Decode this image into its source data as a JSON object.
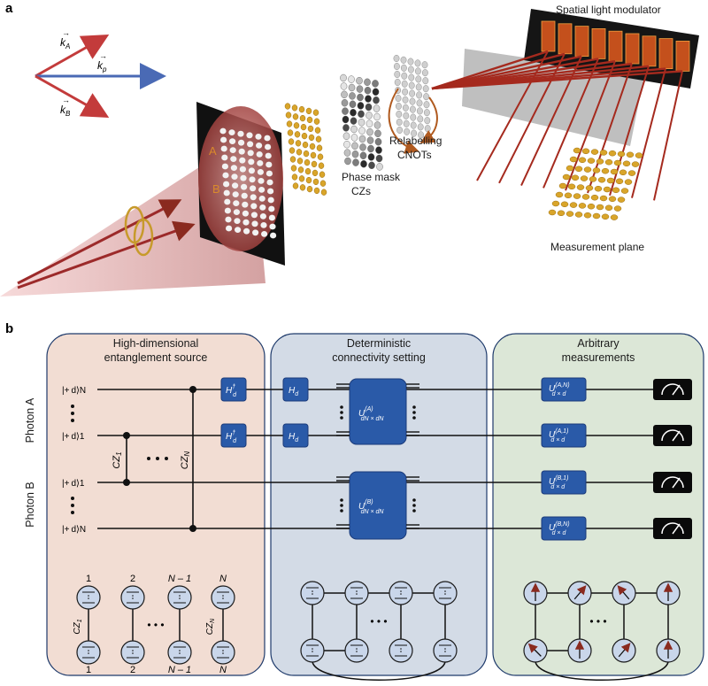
{
  "panel_a": {
    "label": "a",
    "vectors": {
      "kA": "k",
      "kA_sub": "A",
      "kp": "k",
      "kp_sub": "p",
      "kB": "k",
      "kB_sub": "B"
    },
    "aperture_labels": {
      "a": "A",
      "b": "B"
    },
    "phase_mask": {
      "line1": "Phase mask",
      "line2": "CZs"
    },
    "relabelling": {
      "line1": "Relabelling",
      "line2": "CNOTs"
    },
    "slm_label": "Spatial light modulator",
    "measurement_label": "Measurement plane"
  },
  "panel_b": {
    "label": "b",
    "sections": [
      {
        "line1": "High-dimensional",
        "line2": "entanglement source"
      },
      {
        "line1": "Deterministic",
        "line2": "connectivity setting"
      },
      {
        "line1": "Arbitrary",
        "line2": "measurements"
      }
    ],
    "photon_labels": {
      "a": "Photon A",
      "b": "Photon B"
    },
    "input_states": [
      "|+ d⟩N",
      "|+ d⟩1",
      "|+ d⟩1",
      "|+ d⟩N"
    ],
    "cz_labels": {
      "cz1": "CZ",
      "cz1_sub": "1",
      "czN": "CZ",
      "czN_sub": "N"
    },
    "gates": {
      "h_dagger": "H",
      "h_dagger_sup": "†",
      "h_sub": "d",
      "h": "H",
      "ua": "U",
      "ua_sup": "(A)",
      "ub_sup": "(B)",
      "u_sub": "dN × dN",
      "measure_sups": [
        "(A,N)",
        "(A,1)",
        "(B,1)",
        "(B,N)"
      ],
      "measure_sub": "d × d"
    },
    "graph_labels": {
      "top": [
        "1",
        "2",
        "N – 1",
        "N"
      ],
      "bottom": [
        "1",
        "2",
        "N – 1",
        "N"
      ],
      "edge_left": "CZ",
      "edge_left_sub": "1",
      "edge_right": "CZ",
      "edge_right_sub": "N",
      "ellipsis": "• • •"
    },
    "colors": {
      "source_bg": "#f2ddd3",
      "connect_bg": "#d3dbe6",
      "measure_bg": "#dce7d7",
      "gate_blue": "#2a5aa8",
      "beam_red": "#b0302e"
    }
  }
}
